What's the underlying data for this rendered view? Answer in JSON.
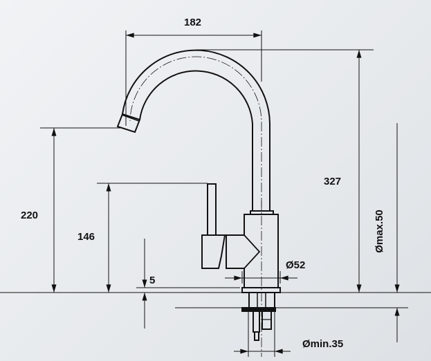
{
  "title": "Faucet dimension drawing",
  "dimensions": {
    "spout_reach": "182",
    "total_height": "327",
    "spout_height": "220",
    "lever_height": "146",
    "base_thickness": "5",
    "base_diameter": "Ø52",
    "max_deck_thickness": "Ømax.50",
    "min_hole_diameter": "Ømin.35"
  },
  "colors": {
    "line": "#111111",
    "background": "#e9ecef"
  }
}
